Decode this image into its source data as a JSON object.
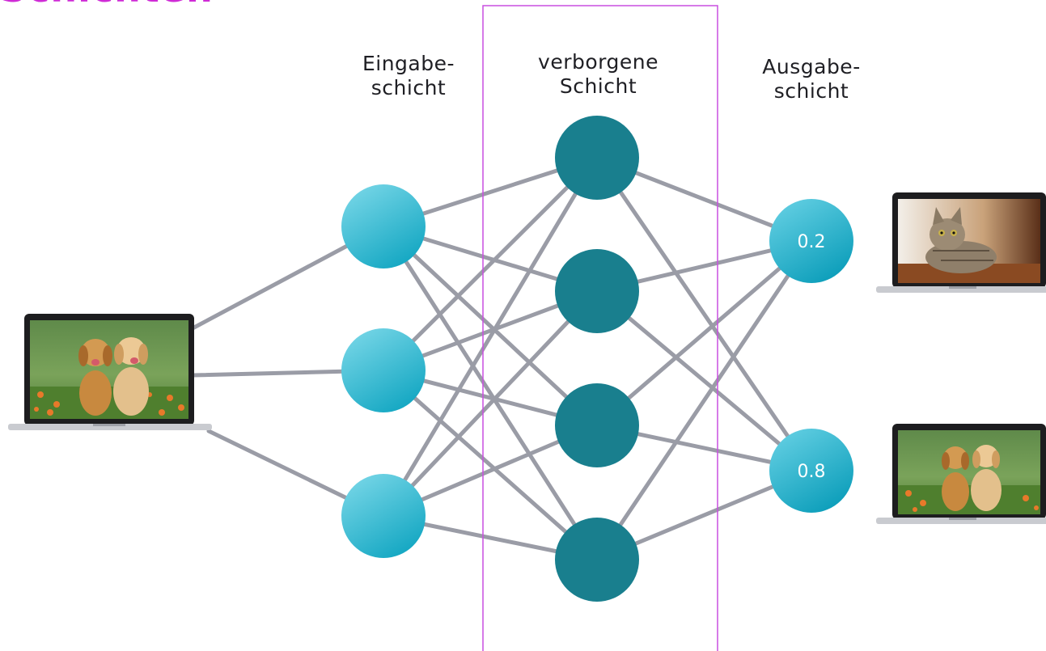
{
  "title_partial": "Schichten",
  "layers": {
    "input": {
      "line1": "Eingabe-",
      "line2": "schicht"
    },
    "hidden": {
      "line1": "verborgene",
      "line2": "Schicht"
    },
    "output": {
      "line1": "Ausgabe-",
      "line2": "schicht"
    }
  },
  "outputs": [
    {
      "value": "0.2",
      "image": "cat-photo"
    },
    {
      "value": "0.8",
      "image": "puppies-photo"
    }
  ],
  "input_image": "puppies-photo",
  "colors": {
    "title": "#cf2bd6",
    "input_node": "#3fbfd6",
    "hidden_node": "#197f8e",
    "output_node": "#2cbad2",
    "edge": "#9a9ca6",
    "highlight_box": "#c94fe0"
  }
}
